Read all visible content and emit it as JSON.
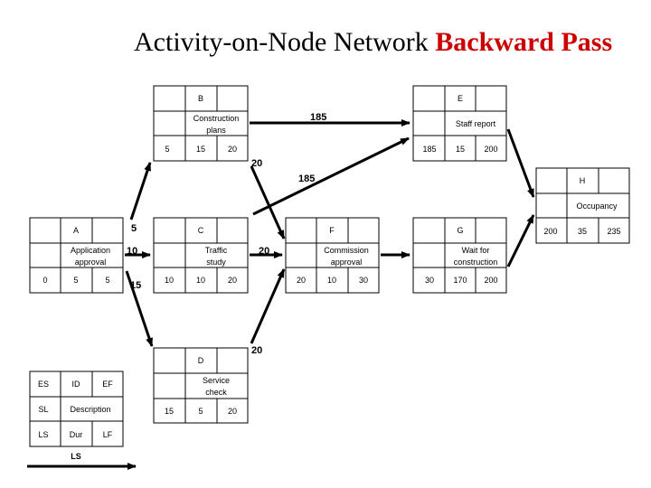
{
  "title": {
    "main": "Activity-on-Node Network",
    "highlight": "Backward Pass"
  },
  "colors": {
    "highlight": "#cc0000",
    "line": "#000000"
  },
  "nodes": {
    "B": {
      "id": "B",
      "desc": [
        "Construction",
        "plans"
      ],
      "es": "5",
      "dur": "15",
      "ef": "20"
    },
    "E": {
      "id": "E",
      "desc": [
        "Staff report"
      ],
      "es": "185",
      "dur": "15",
      "ef": "200"
    },
    "H": {
      "id": "H",
      "desc": [
        "Occupancy"
      ],
      "es": "200",
      "dur": "35",
      "ef": "235"
    },
    "A": {
      "id": "A",
      "desc": [
        "Application",
        "approval"
      ],
      "es": "0",
      "dur": "5",
      "ef": "5"
    },
    "C": {
      "id": "C",
      "desc": [
        "Traffic",
        "study"
      ],
      "es": "10",
      "dur": "10",
      "ef": "20"
    },
    "F": {
      "id": "F",
      "desc": [
        "Commission",
        "approval"
      ],
      "es": "20",
      "dur": "10",
      "ef": "30"
    },
    "G": {
      "id": "G",
      "desc": [
        "Wait for",
        "construction"
      ],
      "es": "30",
      "dur": "170",
      "ef": "200"
    },
    "D": {
      "id": "D",
      "desc": [
        "Service",
        "check"
      ],
      "es": "15",
      "dur": "5",
      "ef": "20"
    }
  },
  "legend": {
    "r1": [
      "ES",
      "ID",
      "EF"
    ],
    "r2": [
      "SL",
      "Description"
    ],
    "r3": [
      "LS",
      "Dur",
      "LF"
    ],
    "arrow_label": "LS"
  },
  "arrow_labels": {
    "b_to_e": "185",
    "b_in": "20",
    "e_from_c": "185",
    "a_to_b": "5",
    "a_to_c": "10",
    "a_to_d": "15",
    "c_to_f": "20",
    "d_to_f": "20"
  }
}
